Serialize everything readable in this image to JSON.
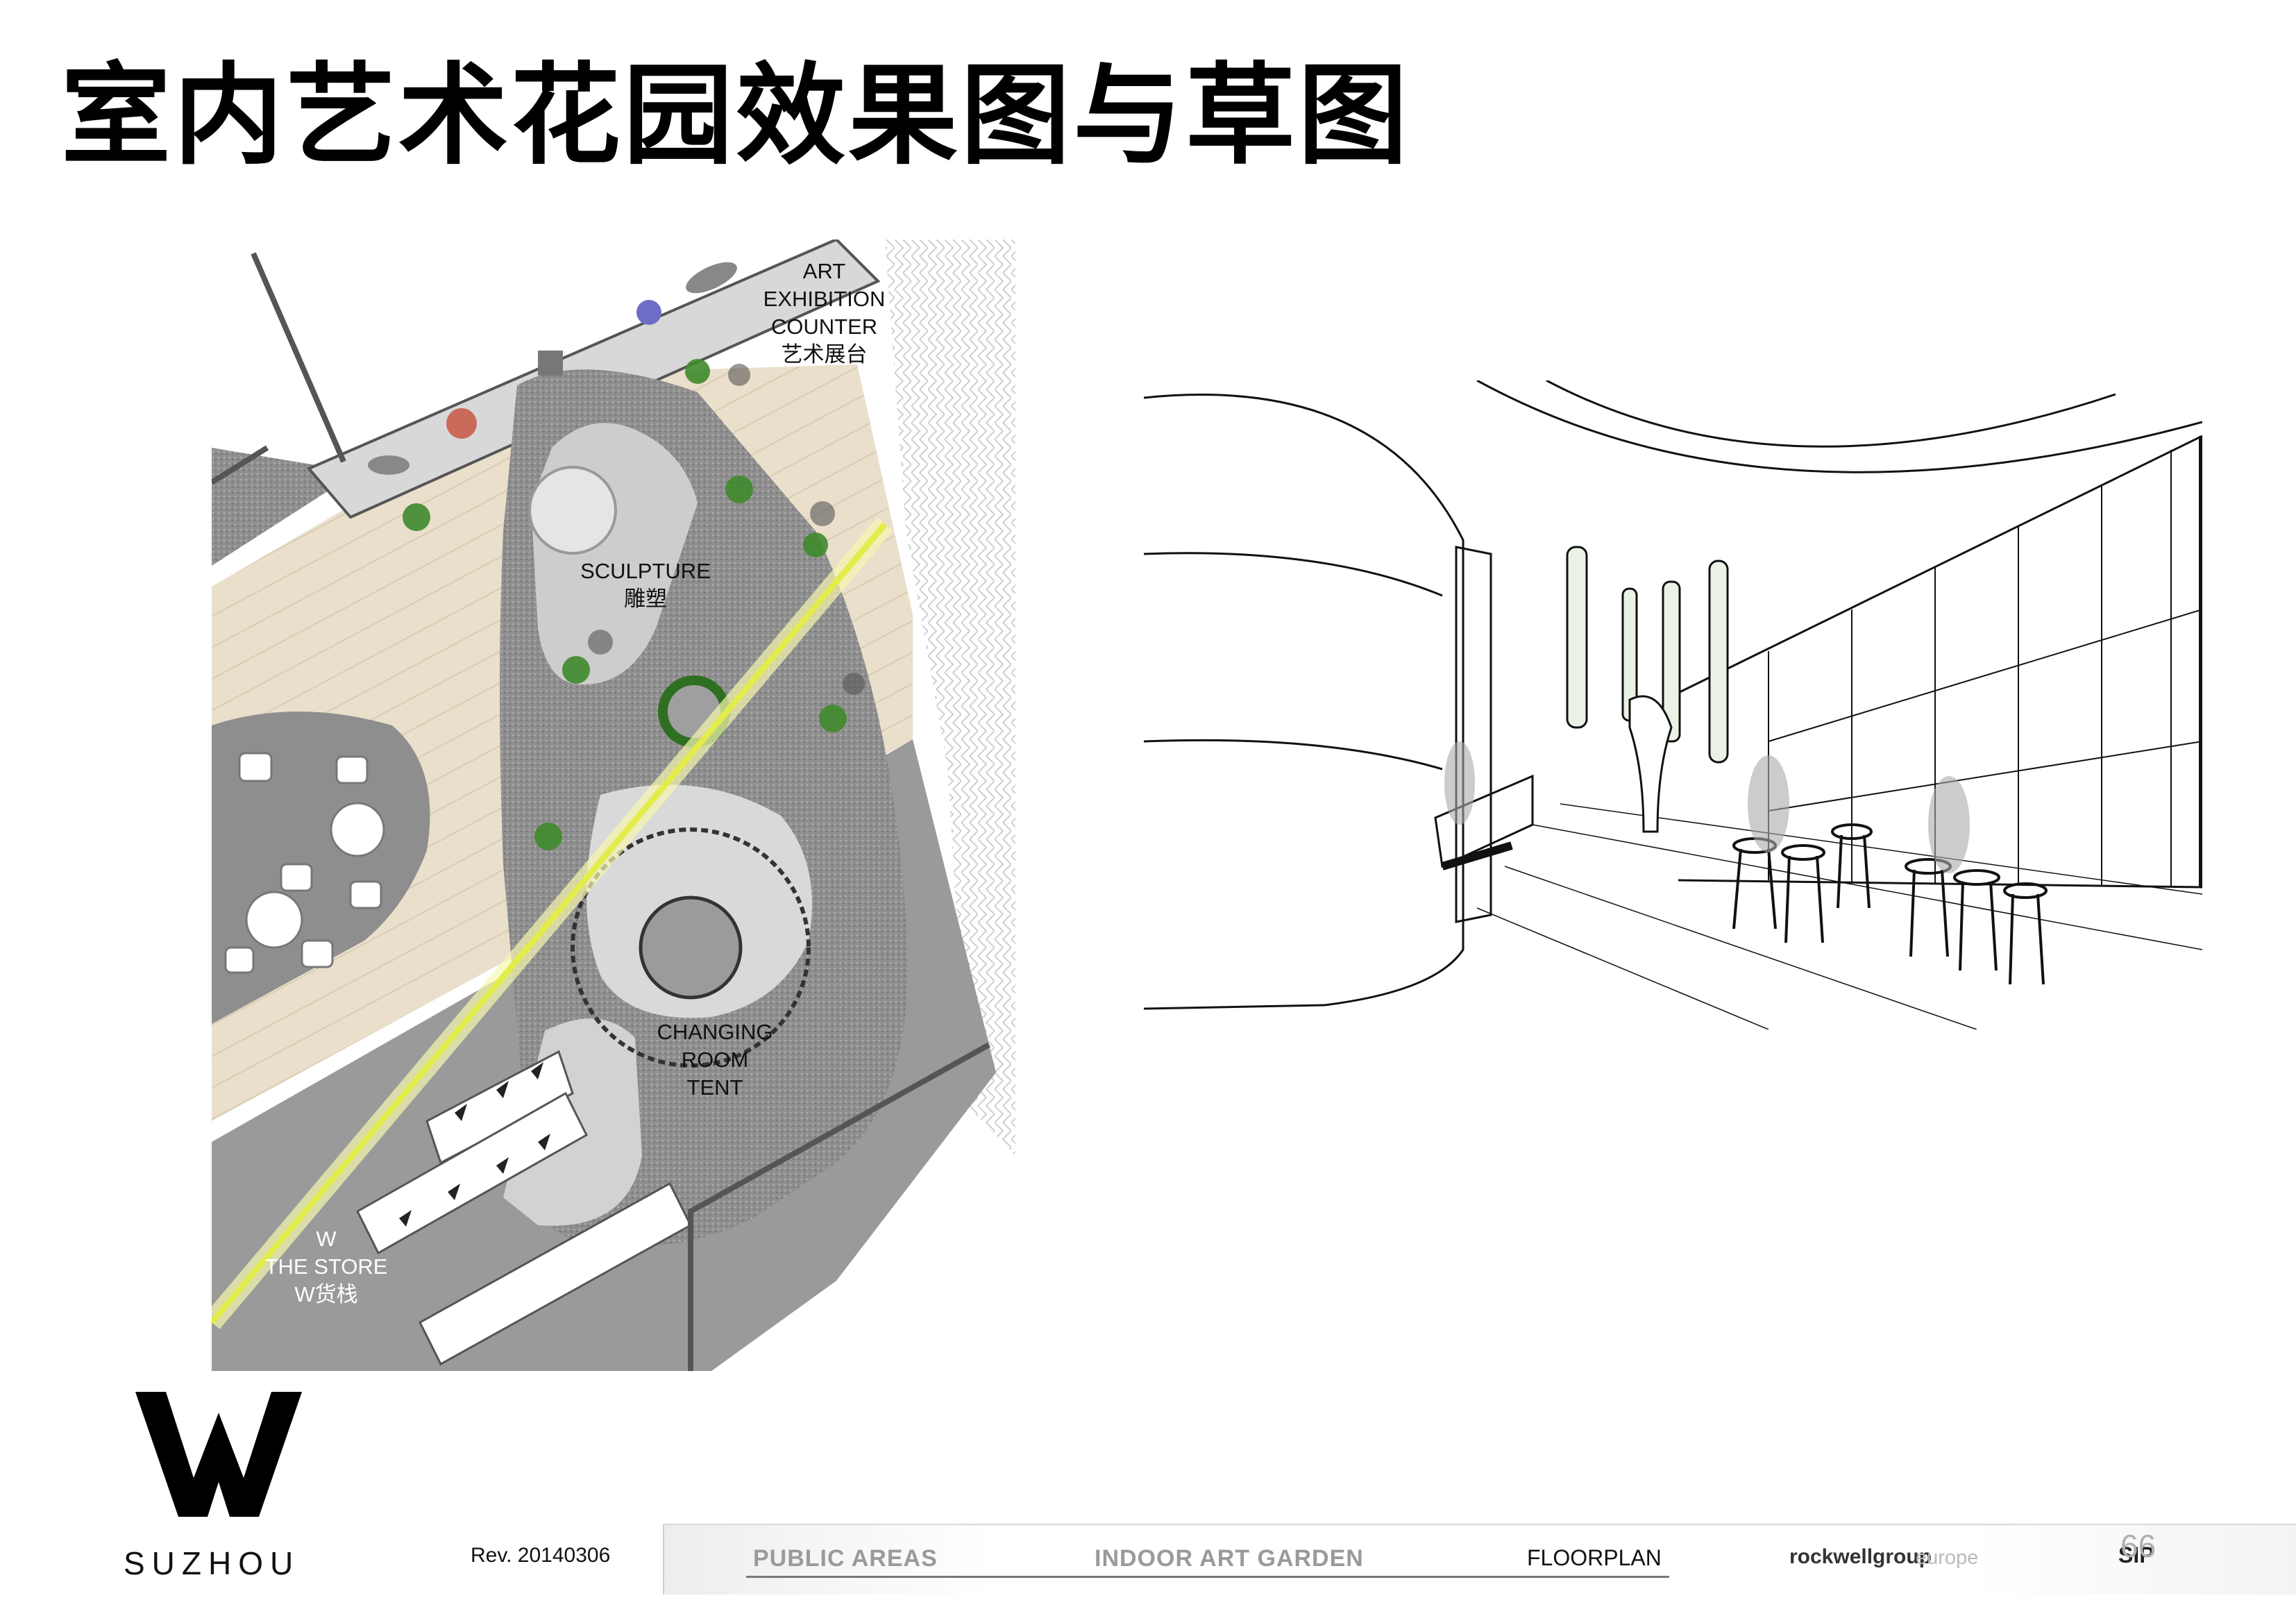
{
  "title": "室内艺术花园效果图与草图",
  "floorplan": {
    "labels": {
      "art_counter": [
        "ART",
        "EXHIBITION",
        "COUNTER",
        "艺术展台"
      ],
      "sculpture": [
        "SCULPTURE",
        "雕塑"
      ],
      "changing_room": [
        "CHANGING",
        "ROOM",
        "TENT"
      ],
      "store": [
        "W",
        "THE STORE",
        "W货栈"
      ]
    }
  },
  "brand": {
    "logo_letter": "W",
    "city": "SUZHOU"
  },
  "revision": "Rev. 20140306",
  "footer": {
    "section": "PUBLIC AREAS",
    "subsection": "INDOOR ART GARDEN",
    "view": "FLOORPLAN",
    "studio_main": "rockwellgroup",
    "studio_sub": "europe",
    "partner_logo": "SIP",
    "page_number": "66"
  },
  "colors": {
    "floor_wood": "#eadfcb",
    "gravel": "#8d8d8d",
    "plaza": "#c4c4c4",
    "light_beam": "#e8f060",
    "plants": "#3f8a2c"
  }
}
